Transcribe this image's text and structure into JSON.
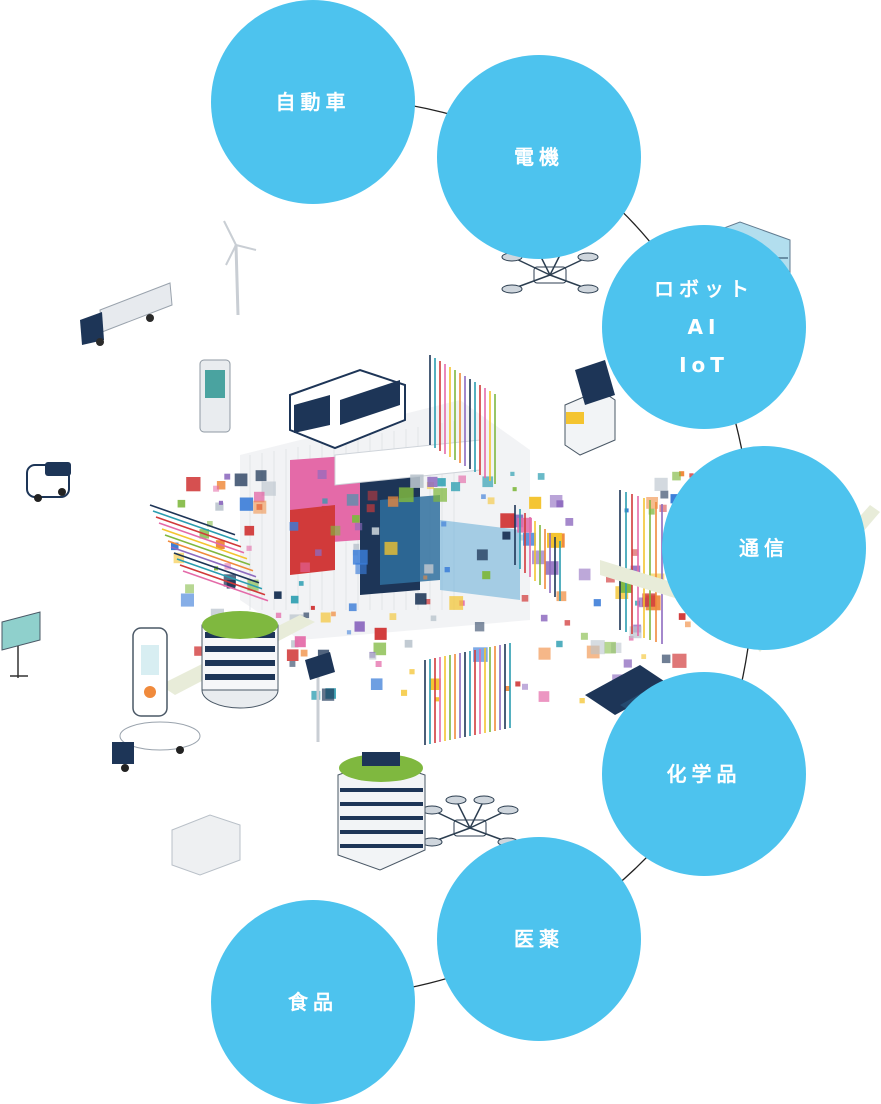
{
  "colors": {
    "bubble": "#4dc3ee",
    "ring": "#222222",
    "navy": "#1d3557",
    "teal": "#2a9db0",
    "red": "#d13a3a",
    "pink": "#e46aa8",
    "yellow": "#f4c430",
    "green": "#7fb83f",
    "orange": "#f08a3c",
    "purple": "#8e6bbf"
  },
  "industries": [
    {
      "id": "automobile",
      "labels": [
        "自動車"
      ]
    },
    {
      "id": "electronics",
      "labels": [
        "電機"
      ]
    },
    {
      "id": "robotics",
      "labels": [
        "ロボット",
        "AI",
        "IoT"
      ]
    },
    {
      "id": "telecom",
      "labels": [
        "通信"
      ]
    },
    {
      "id": "chemicals",
      "labels": [
        "化学品"
      ]
    },
    {
      "id": "pharma",
      "labels": [
        "医薬"
      ]
    },
    {
      "id": "food",
      "labels": [
        "食品"
      ]
    }
  ],
  "illustration_icons": [
    "wind-turbine-icon",
    "truck-icon",
    "kiosk-icon",
    "bus-icon",
    "tall-building-icon",
    "solar-building-icon",
    "drone-icon",
    "small-car-icon",
    "signboard-icon",
    "charging-station-icon",
    "round-building-icon",
    "street-light-icon",
    "tanker-truck-icon",
    "green-roof-building-icon",
    "drone-icon",
    "air-conditioner-icon",
    "solar-panel-icon",
    "electric-car-icon"
  ]
}
